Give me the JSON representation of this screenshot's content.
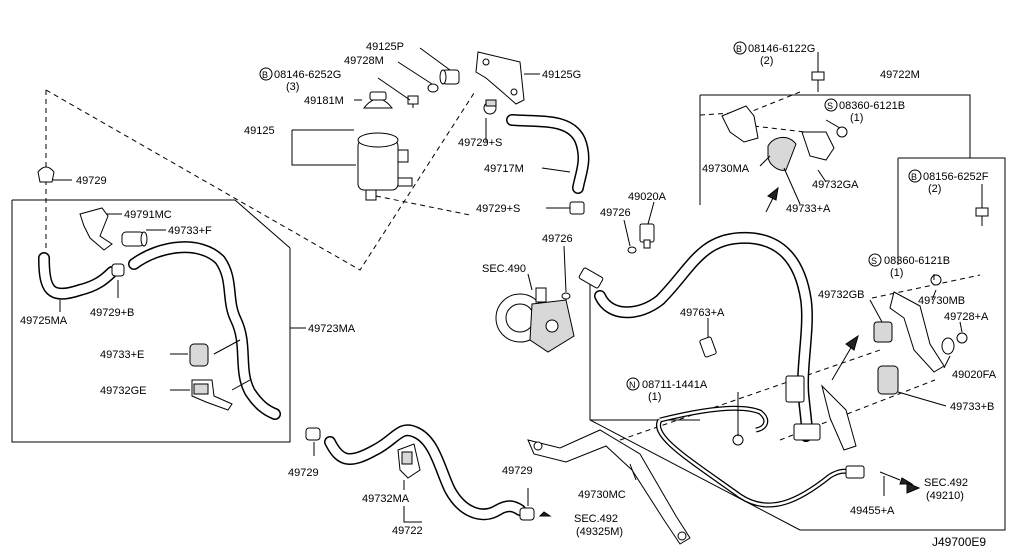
{
  "diagram_code": "J49700E9",
  "labels": {
    "p49125P": "49125P",
    "p49728M": "49728M",
    "p08146_6252G": "08146-6252G",
    "p08146_6252G_qty": "(3)",
    "p49181M": "49181M",
    "p49125G": "49125G",
    "p49125": "49125",
    "p49729S_a": "49729+S",
    "p49717M": "49717M",
    "p49729S_b": "49729+S",
    "p49729_a": "49729",
    "p49791MC": "49791MC",
    "p49733F": "49733+F",
    "p49725MA": "49725MA",
    "p49729B": "49729+B",
    "p49723MA": "49723MA",
    "p49733E": "49733+E",
    "p49732GE": "49732GE",
    "p49729_b": "49729",
    "p49732MA": "49732MA",
    "p49722_bottom": "49722",
    "p49729_c": "49729",
    "sec492_a": "SEC.492",
    "sec492_a_sub": "(49325M)",
    "p49730MC": "49730MC",
    "p08146_6122G": "08146-6122G",
    "p08146_6122G_qty": "(2)",
    "p49722M": "49722M",
    "p08360_6121B_a": "08360-6121B",
    "p08360_6121B_a_qty": "(1)",
    "p49730MA": "49730MA",
    "p49732GA": "49732GA",
    "p49733A_a": "49733+A",
    "p08156_6252F": "08156-6252F",
    "p08156_6252F_qty": "(2)",
    "p49020A": "49020A",
    "p49726_a": "49726",
    "p49726_b": "49726",
    "sec490": "SEC.490",
    "p08360_6121B_b": "08360-6121B",
    "p08360_6121B_b_qty": "(1)",
    "p49730MB": "49730MB",
    "p49732GB": "49732GB",
    "p49728A": "49728+A",
    "p49763A": "49763+A",
    "p49020FA": "49020FA",
    "p08711_1441A": "08711-1441A",
    "p08711_1441A_qty": "(1)",
    "p49733B": "49733+B",
    "sec492_b": "SEC.492",
    "sec492_b_sub": "(49210)",
    "p49455A": "49455+A"
  },
  "markers": {
    "bolt": "B",
    "screw": "S",
    "nut": "N"
  }
}
